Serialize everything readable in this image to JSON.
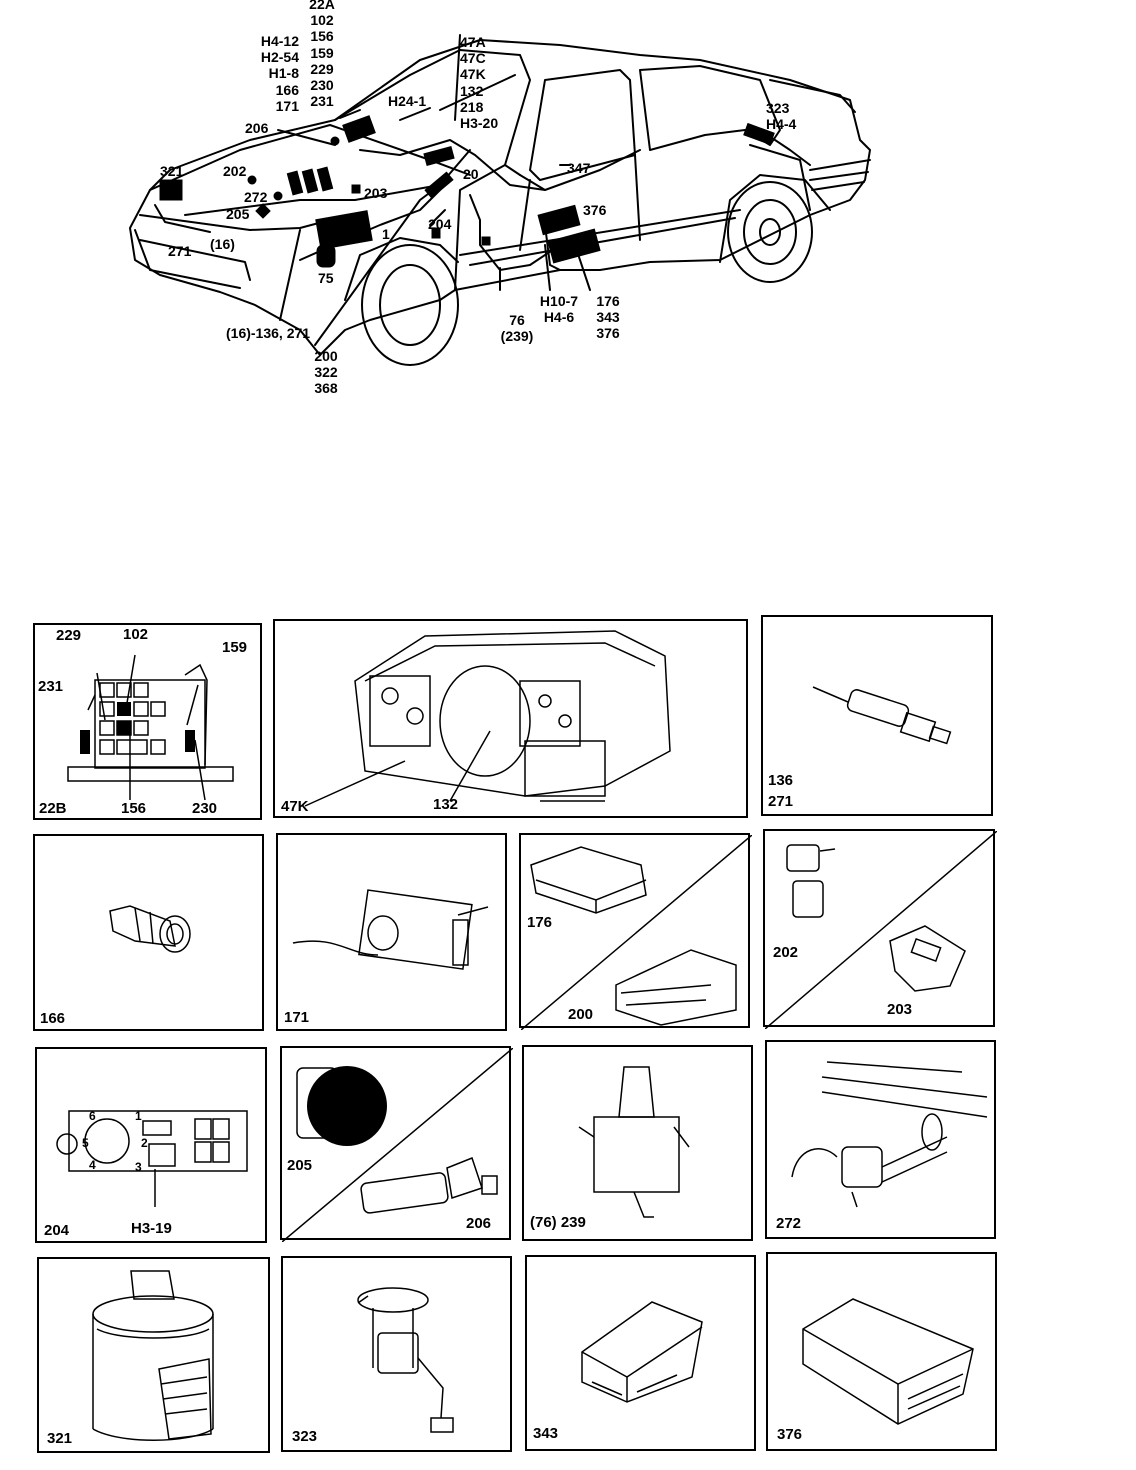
{
  "car": {
    "top_stack": [
      "22A",
      "102",
      "156",
      "159",
      "229",
      "230",
      "231"
    ],
    "left_stack": [
      "H4-12",
      "H2-54",
      "H1-8",
      "166",
      "171"
    ],
    "mid_stack": [
      "47A",
      "47C",
      "47K",
      "132",
      "218",
      "H3-20"
    ],
    "labels": {
      "h24": "H24-1",
      "c206": "206",
      "c202": "202",
      "c272": "272",
      "c205": "205",
      "c203": "203",
      "c321": "321",
      "c271": "271",
      "c16": "(16)",
      "c20": "20",
      "c347": "347",
      "c323": "323",
      "h44": "H4-4",
      "c376": "376",
      "c204": "204",
      "c1": "1",
      "c75": "75",
      "bottom_left": "(16)-136, 271"
    },
    "low_stack": [
      "200",
      "322",
      "368"
    ],
    "stack_76": [
      "76",
      "(239)"
    ],
    "stack_h107": [
      "H10-7",
      "H4-6"
    ],
    "stack_176": [
      "176",
      "343",
      "376"
    ]
  },
  "panels": {
    "p22b": {
      "top": [
        "229",
        "102",
        "159"
      ],
      "left": "231",
      "bottom": [
        "22B",
        "156",
        "230"
      ]
    },
    "p47k": {
      "a": "47K",
      "b": "132"
    },
    "p136": [
      "136",
      "271"
    ],
    "p166": "166",
    "p171": "171",
    "p176": {
      "a": "176",
      "b": "200"
    },
    "p202": {
      "a": "202",
      "b": "203"
    },
    "p204": {
      "a": "204",
      "b": "H3-19",
      "pins": [
        "6",
        "1",
        "5",
        "2",
        "4",
        "3"
      ]
    },
    "p205": {
      "a": "205",
      "b": "206"
    },
    "p239": "(76) 239",
    "p272": "272",
    "p321": "321",
    "p323": "323",
    "p343": "343",
    "p376": "376"
  }
}
